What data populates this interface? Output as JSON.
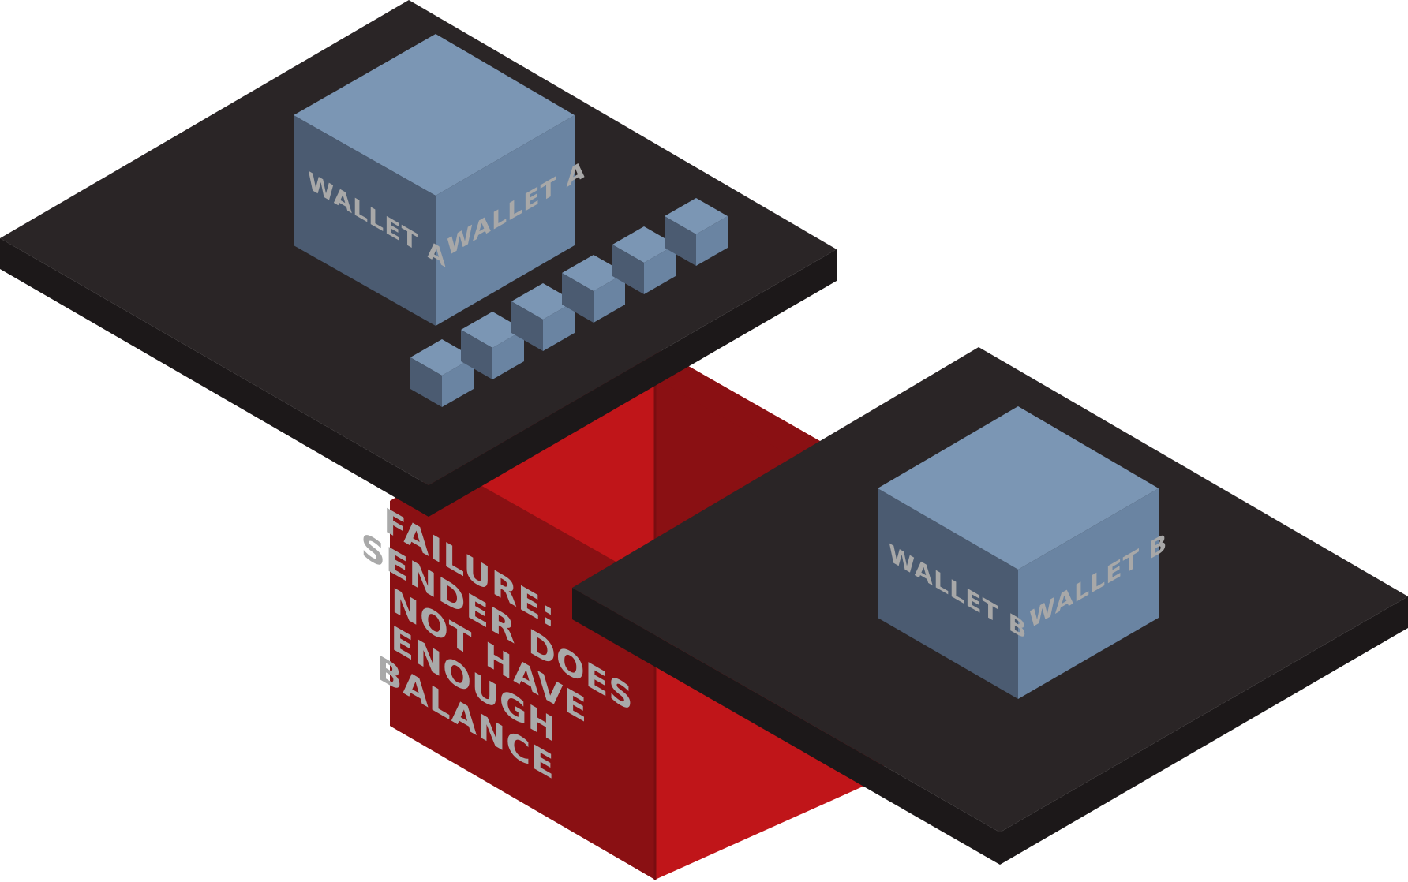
{
  "wallet_a": {
    "left_label": "WALLET A",
    "right_label": "WALLET A"
  },
  "wallet_b": {
    "left_label": "WALLET B",
    "right_label": "WALLET B"
  },
  "failure_box": {
    "lines": [
      "FAILURE:",
      "SENDER DOES",
      "NOT HAVE",
      "ENOUGH",
      "BALANCE"
    ]
  },
  "small_cubes_count_label": "6",
  "colors": {
    "platform_top": "#2a2526",
    "platform_side": "#1c1819",
    "cube_top": "#7b96b4",
    "cube_left": "#4b5b71",
    "cube_right": "#6a84a2",
    "red_front": "#c01519",
    "red_side": "#8a1013"
  }
}
